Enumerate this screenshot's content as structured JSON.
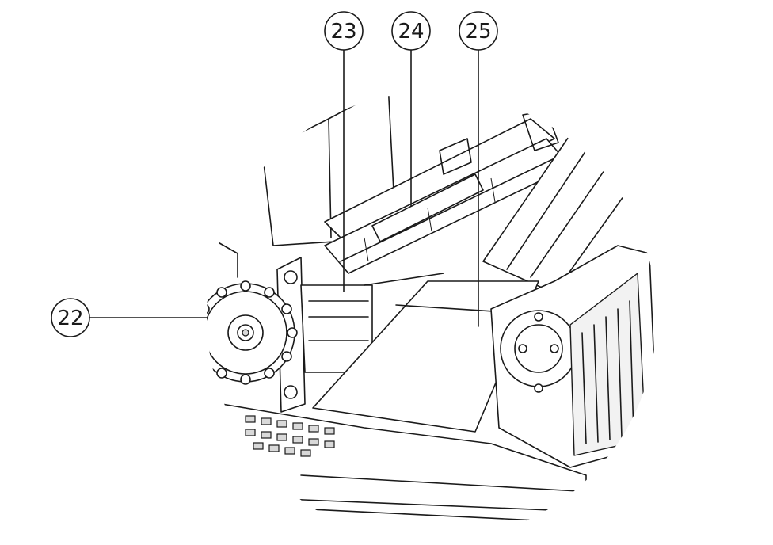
{
  "diagram": {
    "callouts": [
      {
        "id": "c22",
        "label": "22"
      },
      {
        "id": "c23",
        "label": "23"
      },
      {
        "id": "c24",
        "label": "24"
      },
      {
        "id": "c25",
        "label": "25"
      }
    ]
  }
}
